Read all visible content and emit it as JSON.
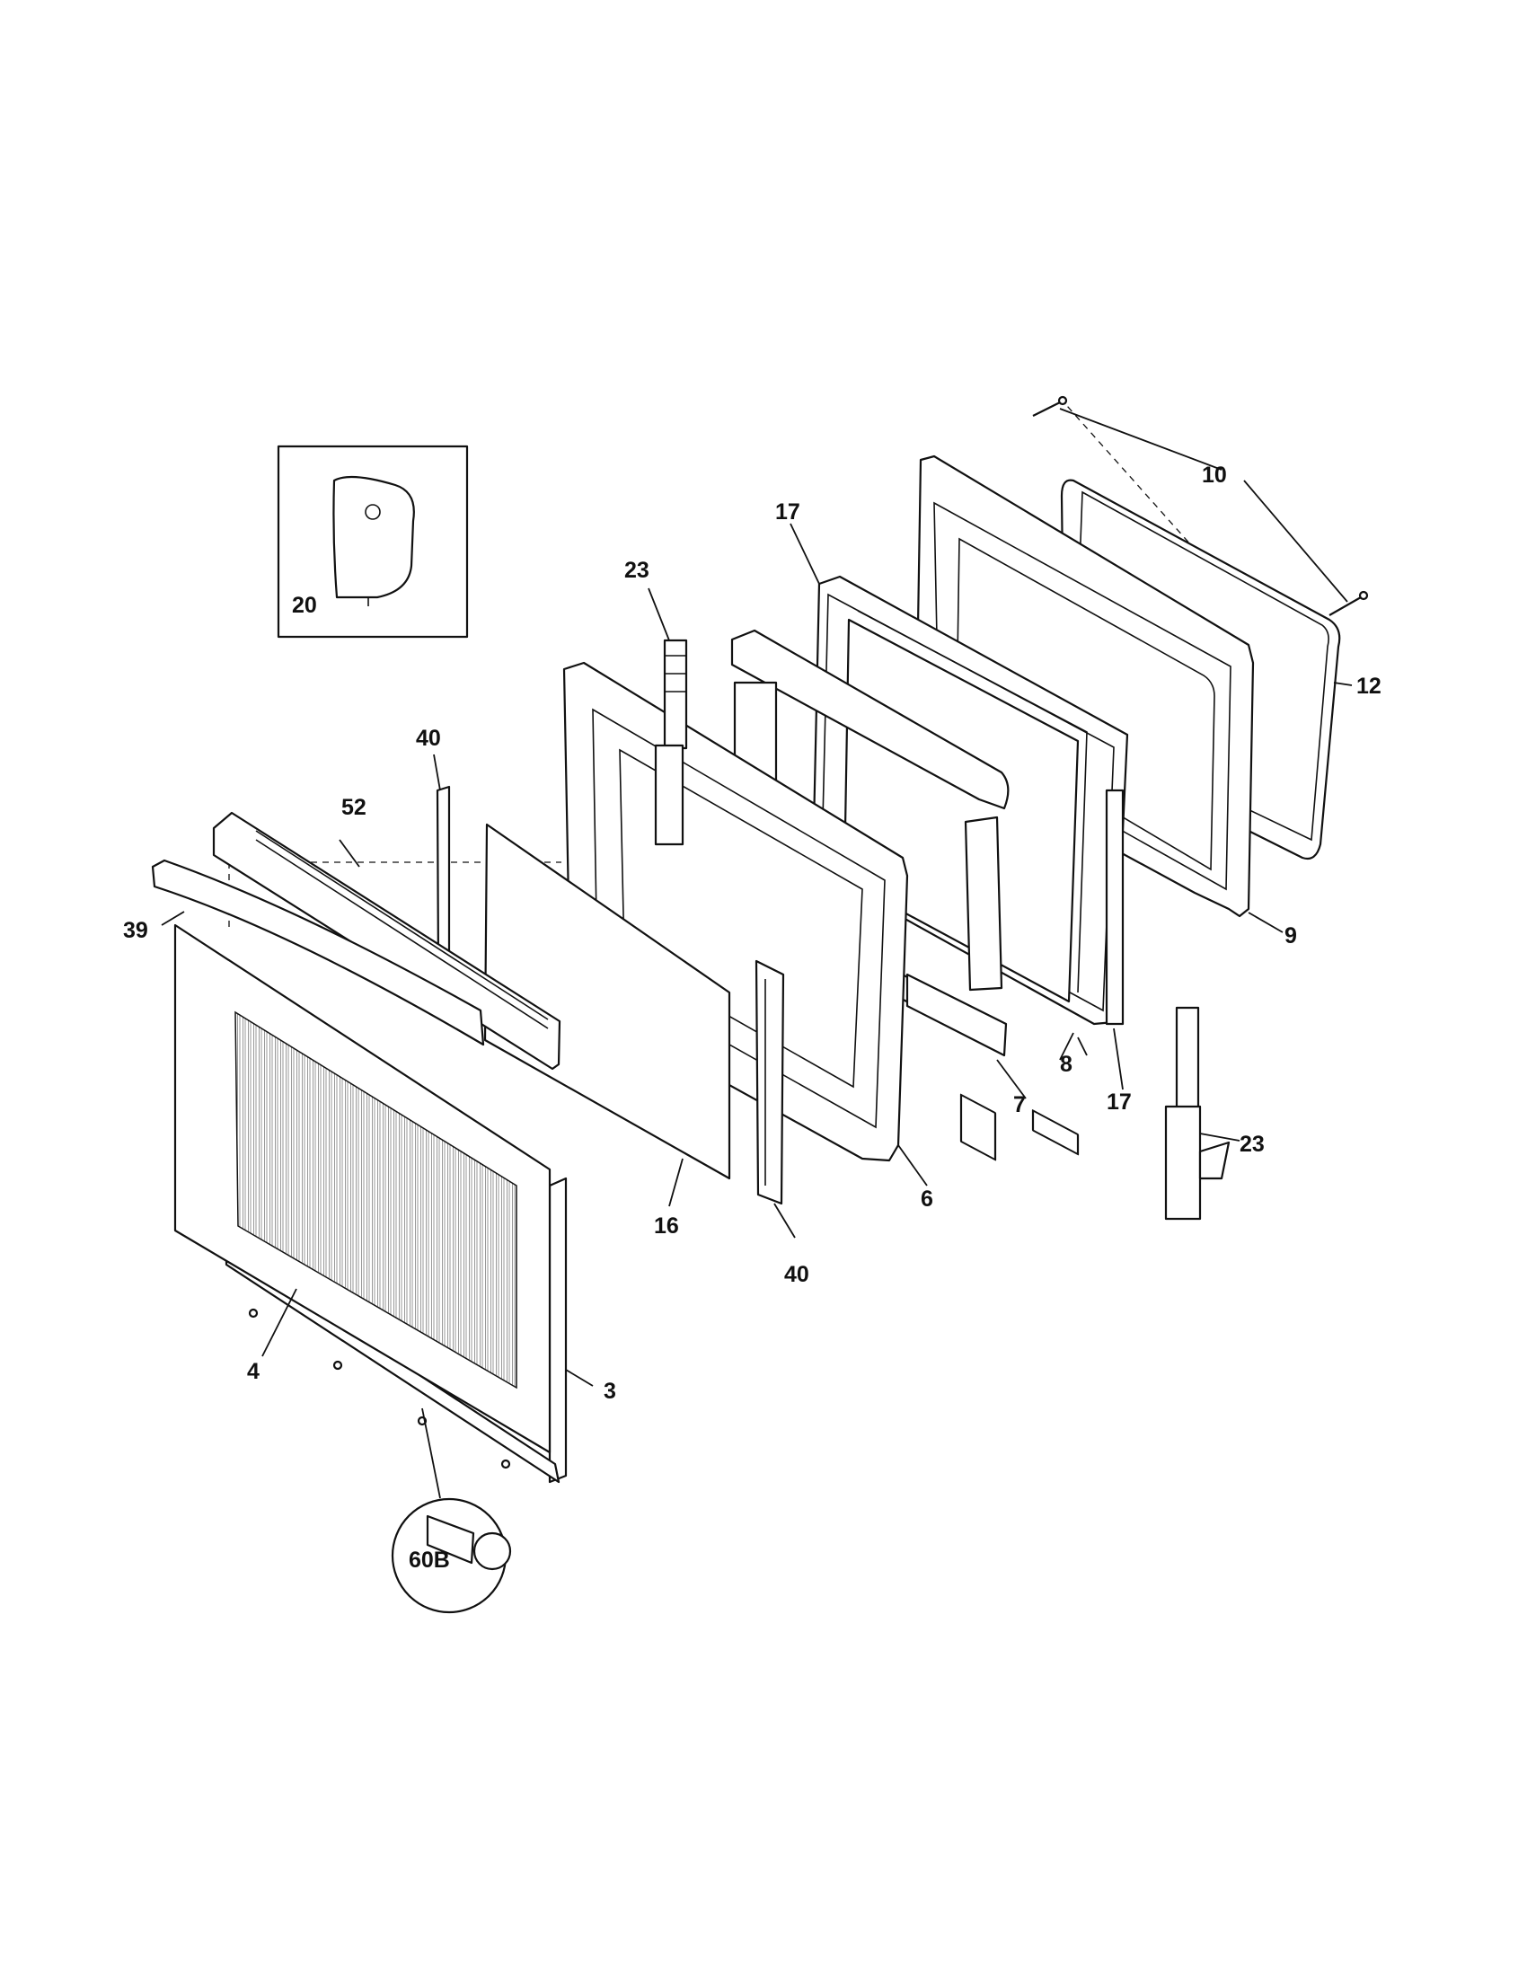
{
  "callouts": {
    "p3": "3",
    "p4": "4",
    "p6": "6",
    "p7": "7",
    "p8": "8",
    "p9": "9",
    "p10": "10",
    "p12": "12",
    "p16": "16",
    "p17_top": "17",
    "p17_bottom": "17",
    "p20": "20",
    "p23_top": "23",
    "p23_bottom": "23",
    "p39": "39",
    "p40_top": "40",
    "p40_bottom": "40",
    "p52": "52",
    "p60b": "60B"
  },
  "colors": {
    "line": "#111111",
    "background": "#ffffff"
  },
  "icons": [
    "screw-icon",
    "hinge-icon",
    "tag-icon"
  ]
}
